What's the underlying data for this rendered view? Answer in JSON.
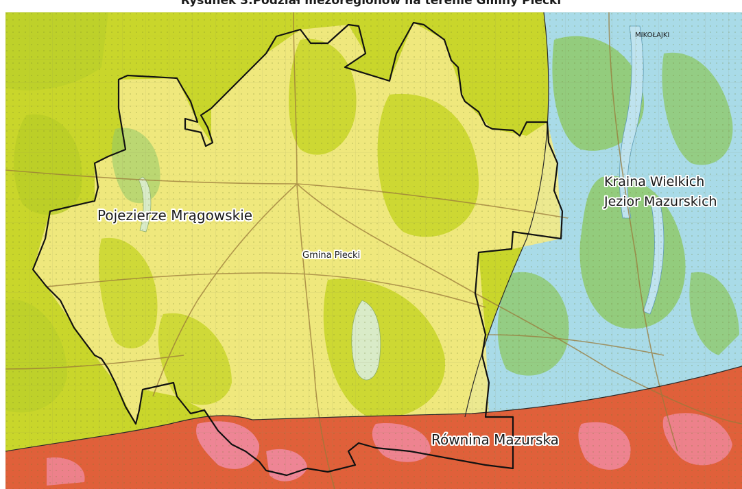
{
  "title": "Rysunek 3.Podział mezoregionów na terenie Gminy Piecki",
  "regions": {
    "mragowskie": {
      "name": "Pojezierze Mrągowskie",
      "color": "#c9d62b"
    },
    "wielkich_jezior_line1": "Kraina Wielkich",
    "wielkich_jezior_line2": "Jezior Mazurskich",
    "wielkich_jezior_color": "#a9dbe8",
    "mazurska": {
      "name": "Równina Mazurska",
      "color": "#e0603a"
    }
  },
  "gmina": {
    "name": "Gmina Piecki",
    "fill": "#f3ea86"
  },
  "map_labels": {
    "town_top_right": "MIKOŁAJKI"
  },
  "colors": {
    "boundary": "#111111",
    "forest": "#8fc96a",
    "wetland_pink": "#f08aa0",
    "lake": "#bfe3ef",
    "road": "#9a7a3a"
  }
}
